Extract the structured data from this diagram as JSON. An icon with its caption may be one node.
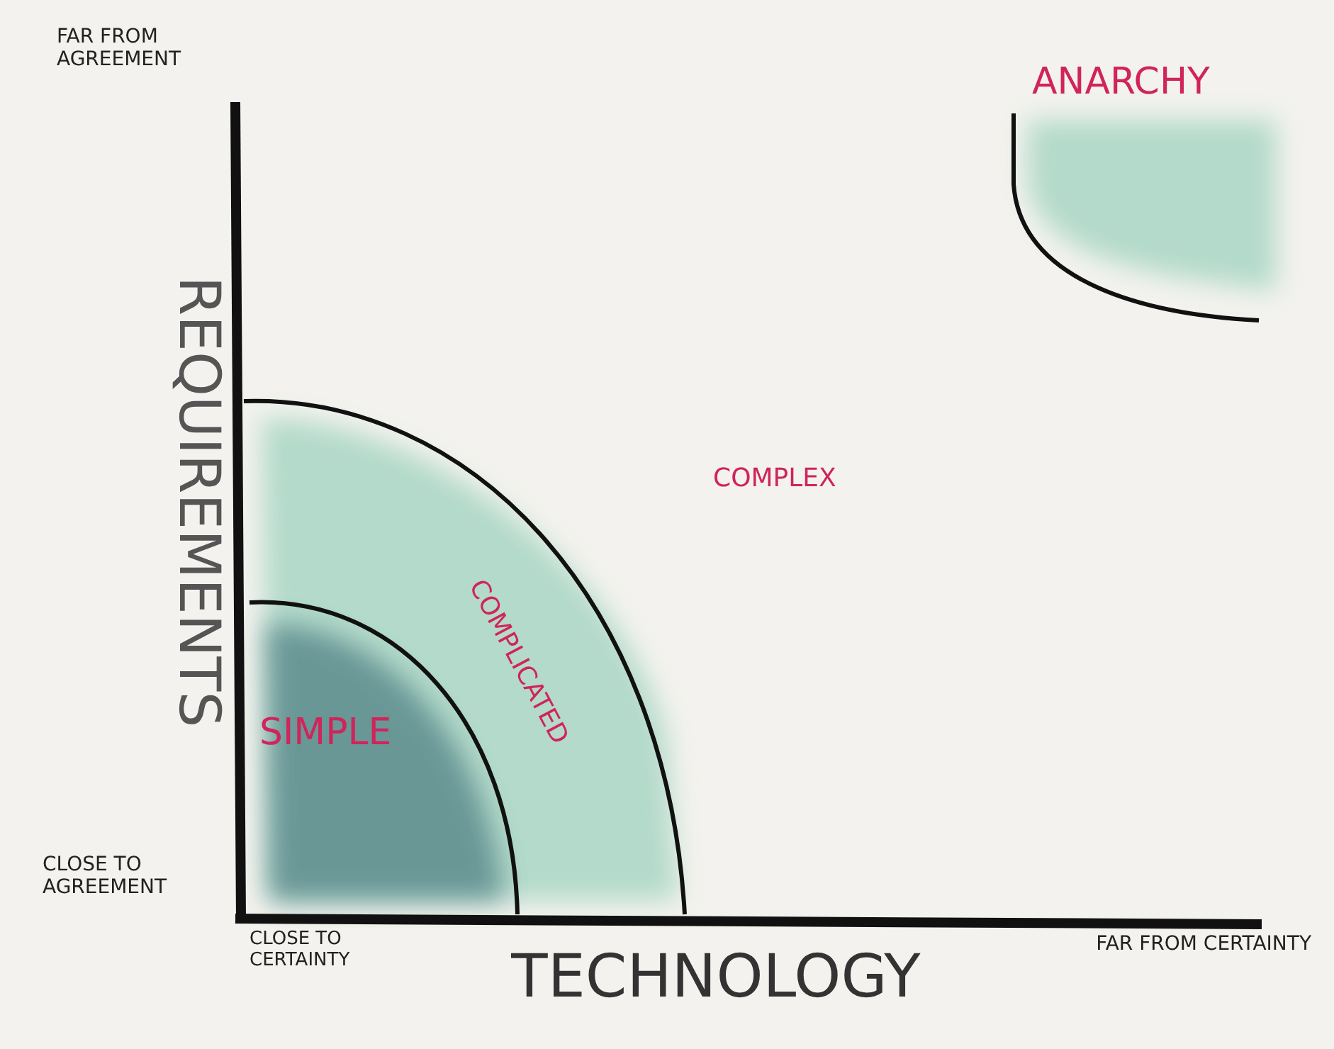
{
  "diagram": {
    "labels": [
      "FAR FROM AGREEMENT",
      "REQUIREMENTS",
      "CLOSE TO AGREEMENT",
      "ANARCHY",
      "COMPLEX",
      "COMPLICATED",
      "SIMPLE",
      "CLOSE TO CERTAINTY",
      "TECHNOLOGY",
      "FAR FROM CERTAINTY"
    ]
  }
}
